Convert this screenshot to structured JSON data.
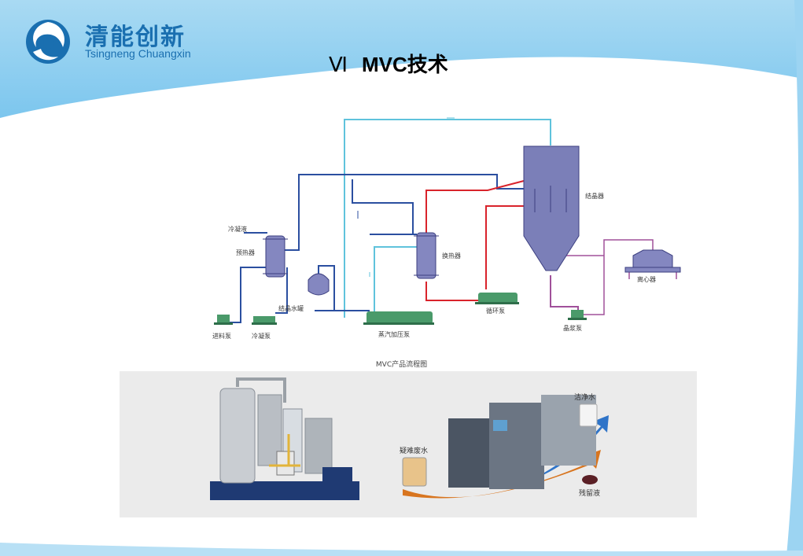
{
  "header": {
    "logo_cn": "清能创新",
    "logo_en": "Tsingneng Chuangxin",
    "title_roman": "Ⅵ",
    "title_main": "MVC技术"
  },
  "diagram": {
    "caption": "MVC产品流程图",
    "labels": {
      "condensate": "冷凝液",
      "preheater": "预热器",
      "crystal_tank": "结晶水罐",
      "feed_pump": "进料泵",
      "condensate_pump": "冷凝泵",
      "steam_compressor": "蒸汽加压泵",
      "heat_exchanger": "换热器",
      "circulation_pump": "循环泵",
      "crystallizer": "结晶器",
      "slurry_pump": "晶浆泵",
      "centrifuge": "离心器"
    },
    "colors": {
      "blue_line": "#2b4fa0",
      "cyan_line": "#5fc3dc",
      "red_line": "#d9232b",
      "purple_line": "#a0509a",
      "vessel": "#7b7fb8"
    }
  },
  "photos": {
    "label_hard_wastewater": "疑难废水",
    "label_clean_water": "洁净水",
    "label_residue": "残留液"
  }
}
